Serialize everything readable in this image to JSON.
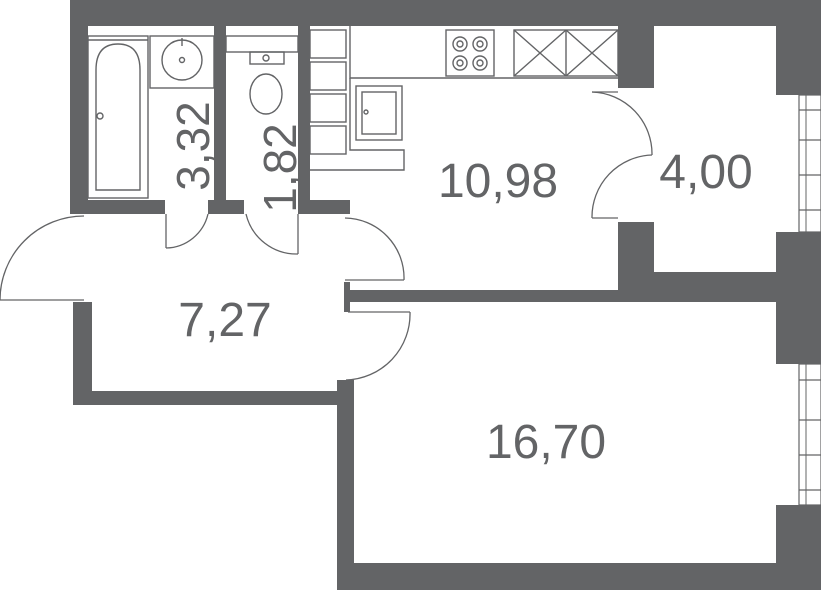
{
  "colors": {
    "wall": "#636466",
    "line": "#636466",
    "label": "#636466",
    "background": "#ffffff"
  },
  "rooms": [
    {
      "id": "bathroom",
      "area": "3,32"
    },
    {
      "id": "toilet",
      "area": "1,82"
    },
    {
      "id": "kitchen",
      "area": "10,98"
    },
    {
      "id": "storage",
      "area": "4,00"
    },
    {
      "id": "hallway",
      "area": "7,27"
    },
    {
      "id": "living-room",
      "area": "16,70"
    }
  ],
  "fixtures": {
    "bathtub": "bathtub-icon",
    "sink": "sink-icon",
    "toilet": "toilet-icon",
    "stove": "stove-icon",
    "kitchen_sink": "kitchen-sink-icon",
    "cabinets": "cabinet-icon",
    "fridge": "fridge-icon",
    "window": "window-icon"
  }
}
